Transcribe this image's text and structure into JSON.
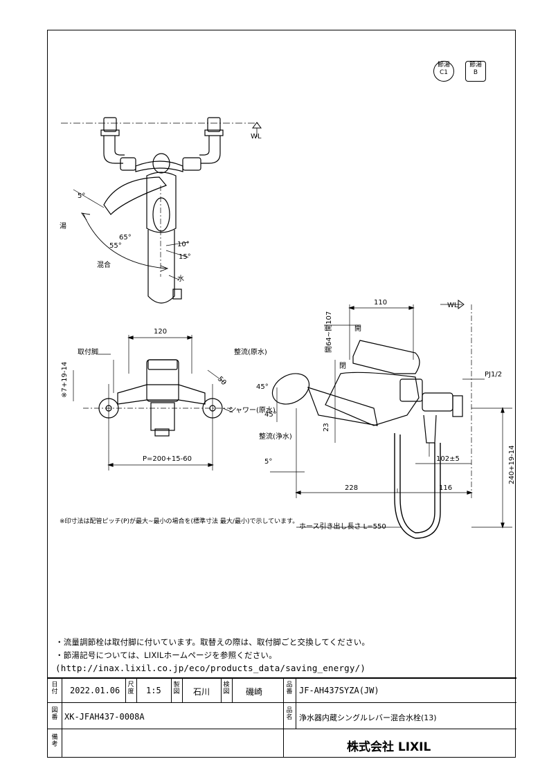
{
  "marks": {
    "left_top": "節湯",
    "left_bottom": "C1",
    "right_top": "節湯",
    "right_bottom": "B"
  },
  "labels": {
    "wl_top": "WL",
    "hot": "湯",
    "mix": "混合",
    "water": "水",
    "angle_5": "5°",
    "angle_65": "65°",
    "angle_55": "55°",
    "angle_10": "10°",
    "angle_15": "15°",
    "dim_120": "120",
    "mount_leg": "取付脚",
    "tol_note": "※7+19-14",
    "dim_p": "P=200+15-60",
    "dim_50": "50",
    "flow_raw": "整流(原水)",
    "shower_raw": "シャワー(原水)",
    "flow_filtered": "整流(浄水)",
    "angle_45a": "45°",
    "angle_45b": "45°",
    "angle_5b": "5°",
    "dim_110": "110",
    "wl_right": "WL",
    "open_range": "開64~開107",
    "open": "開",
    "close": "閉",
    "pj": "PJ1/2",
    "dim_23": "23",
    "dim_102": "102±5",
    "dim_240": "240+19-14",
    "dim_228": "228",
    "dim_116": "116",
    "hose": "ホース引き出し長さ L=550",
    "footnote": "※印寸法は配管ピッチ(P)が最大~最小の場合を(標準寸法 最大/最小)で示しています。"
  },
  "notes": {
    "line1": "・流量調節栓は取付脚に付いています。取替えの際は、取付脚ごと交換してください。",
    "line2": "・節湯記号については、LIXILホームページを参照ください。",
    "line3": "(http://inax.lixil.co.jp/eco/products_data/saving_energy/)"
  },
  "title_block": {
    "date_label": "日付",
    "date": "2022.01.06",
    "scale_label": "尺度",
    "scale": "1:5",
    "drawn_label": "製図",
    "drawn": "石川",
    "checked_label": "検図",
    "checked": "磯崎",
    "part_label": "品番",
    "part_no": "JF-AH437SYZA(JW)",
    "drawing_label": "図番",
    "drawing_no": "XK-JFAH437-0008A",
    "name_label": "品名",
    "product_name": "浄水器内蔵シングルレバー混合水栓(13)",
    "remarks_label": "備考",
    "company": "株式会社 LIXIL"
  }
}
